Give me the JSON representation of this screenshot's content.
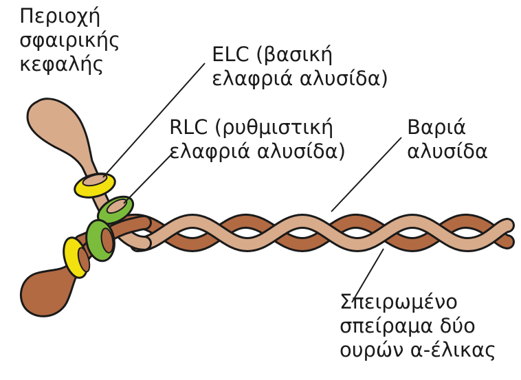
{
  "labels": {
    "head_region": [
      "Περιοχή",
      "σφαιρικής",
      "κεφαλής"
    ],
    "elc": [
      "ELC (βασική",
      "ελαφριά αλυσίδα)"
    ],
    "rlc": [
      "RLC (ρυθμιστική",
      "ελαφριά αλυσίδα)"
    ],
    "heavy_chain": [
      "Βαριά",
      "αλυσίδα"
    ],
    "coiled_coil": [
      "Σπειρωμένο",
      "σπείραμα δύο",
      "ουρών α-έλικας"
    ]
  },
  "colors": {
    "light_strand": "#d8ab8b",
    "dark_strand": "#b26a43",
    "elc": "#f2e10e",
    "rlc": "#7cbc3c",
    "outline": "#1a1a1a"
  }
}
